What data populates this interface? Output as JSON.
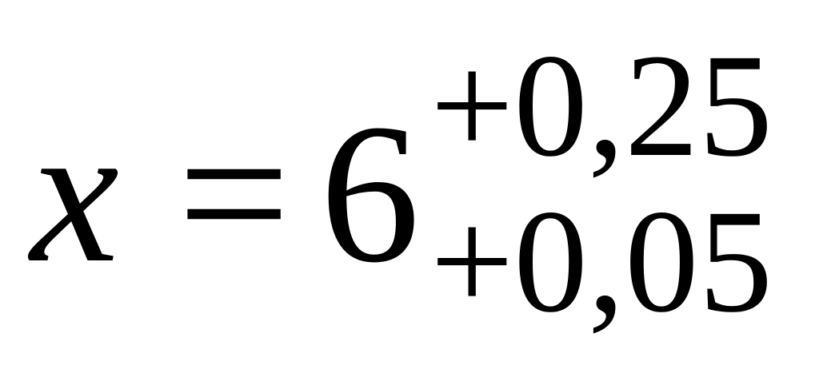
{
  "formula": {
    "variable": "x",
    "equals": "=",
    "base": "6",
    "upper_tolerance": "+0,25",
    "lower_tolerance": "+0,05"
  },
  "colors": {
    "text": "#000000",
    "background": "#ffffff"
  }
}
